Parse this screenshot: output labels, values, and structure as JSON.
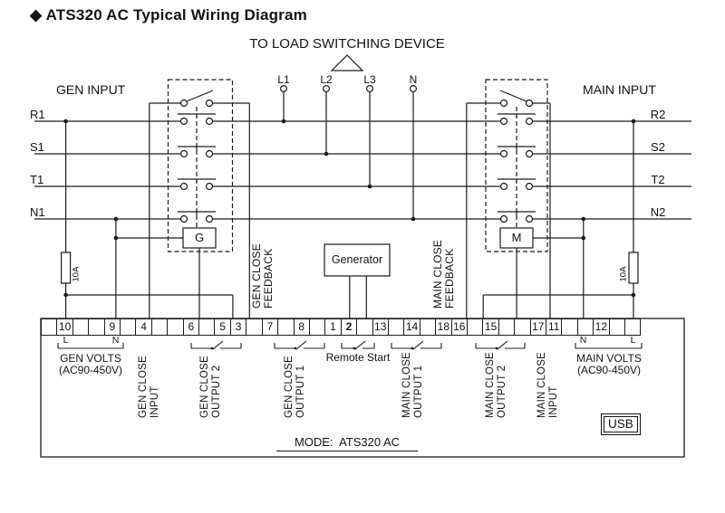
{
  "title": {
    "bullet": "◆",
    "text": "ATS320 AC Typical Wiring Diagram"
  },
  "subtitle": "TO LOAD SWITCHING DEVICE",
  "headers": {
    "gen": "GEN INPUT",
    "main": "MAIN INPUT"
  },
  "bus": {
    "left": [
      "R1",
      "S1",
      "T1",
      "N1"
    ],
    "right": [
      "R2",
      "S2",
      "T2",
      "N2"
    ]
  },
  "load_labels": [
    "L1",
    "L2",
    "L3",
    "N"
  ],
  "coils": {
    "gen": "G",
    "main": "M"
  },
  "generator_label": "Generator",
  "fuses": {
    "left": "10A",
    "right": "10A"
  },
  "feedback": {
    "gen": "GEN CLOSE\nFEEDBACK",
    "main": "MAIN CLOSE\nFEEDBACK"
  },
  "terminals": {
    "cells": [
      "",
      "10",
      "",
      "",
      "9",
      "",
      "4",
      "",
      "",
      "6",
      "",
      "5",
      "3",
      "",
      "7",
      "",
      "8",
      "",
      "1",
      "2",
      "",
      "13",
      "",
      "14",
      "",
      "18",
      "16",
      "",
      "15",
      "",
      "",
      "17",
      "11",
      "",
      "",
      "12",
      "",
      ""
    ],
    "bold_cell": "2"
  },
  "bottom_labels": {
    "gen_volts_l": "L",
    "gen_volts_n": "N",
    "gen_volts": "GEN VOLTS",
    "gen_volts_range": "(AC90-450V)",
    "gen_close_input": "GEN CLOSE\nINPUT",
    "gen_close_output2": "GEN CLOSE\nOUTPUT 2",
    "gen_close_output1": "GEN CLOSE\nOUTPUT 1",
    "remote_start": "Remote Start",
    "main_close_output1": "MAIN CLOSE\nOUTPUT 1",
    "main_close_output2": "MAIN CLOSE\nOUTPUT 2",
    "main_close_input": "MAIN CLOSE\nINPUT",
    "main_volts_n": "N",
    "main_volts_l": "L",
    "main_volts": "MAIN VOLTS",
    "main_volts_range": "(AC90-450V)",
    "usb": "USB",
    "mode": "MODE:  ATS320 AC"
  },
  "colors": {
    "line": "#1c1c1c",
    "text": "#141414",
    "bg": "#ffffff"
  }
}
